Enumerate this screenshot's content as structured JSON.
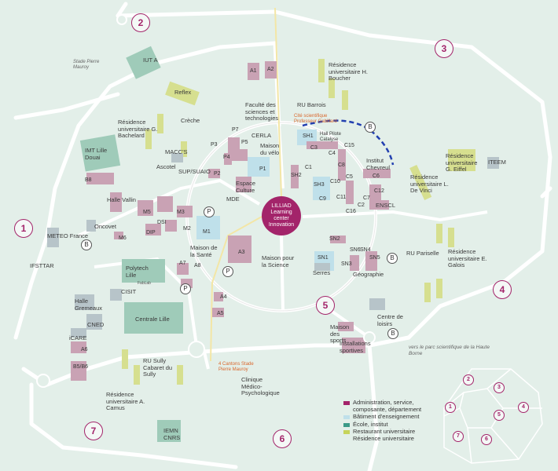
{
  "colors": {
    "background": "#e3efe9",
    "road": "#ffffff",
    "admin": "#c9a2b4",
    "teaching": "#bfe0ea",
    "school": "#9fcbb9",
    "restaurant": "#d6df8f",
    "accent": "#a3246a",
    "orange": "#d9662c",
    "bus_line": "#2340b0",
    "metro": "#f3e6a6"
  },
  "lilliad": "LILLIAD Learning center Innovation",
  "zones": [
    "1",
    "2",
    "3",
    "4",
    "5",
    "6",
    "7"
  ],
  "labels": {
    "iut_a": "IUT A",
    "reflex": "Reflex",
    "a1": "A1",
    "a2": "A2",
    "stade_maurey": "Stade Pierre Mauroy",
    "residence_boucher": "Résidence universitaire H. Boucher",
    "faculte_sciences": "Faculté des sciences et technologies",
    "ru_barrois": "RU Barrois",
    "cite_scientifique": "Cité scientifique Professeur Gabillard",
    "residence_bachelard": "Résidence universitaire G. Bachelard",
    "creche": "Crèche",
    "imt": "IMT Lille Douai",
    "macc": "MACC'S",
    "ascotel": "Ascotel",
    "sup_suaio": "SUP/SUAIO",
    "p7": "P7",
    "p5": "P5",
    "p3": "P3",
    "p4": "P4",
    "p2": "P2",
    "p1": "P1",
    "cerla": "CERLA",
    "maison_velo": "Maison du vélo",
    "espace_culture": "Espace Culture",
    "mde": "MDE",
    "sh1": "SH1",
    "sh2": "SH2",
    "sh3": "SH3",
    "hall_pilote": "Hall Pilote Catalyse",
    "c3": "C3",
    "c15": "C15",
    "c4": "C4",
    "c1": "C1",
    "c8": "C8",
    "c5": "C5",
    "c10": "C10",
    "c11": "C11",
    "c9": "C9",
    "c16": "C16",
    "c6": "C6",
    "c12": "C12",
    "c7": "C7",
    "c2": "C2",
    "institut_chevreul": "Institut Chevreul",
    "ensc": "ENSCL",
    "residence_eiffel": "Résidence universitaire G. Eiffel",
    "iteem": "ITEEM",
    "residence_vinci": "Résidence universitaire L. De Vinci",
    "b8": "B8",
    "halle_vallin": "Halle Vallin",
    "m5": "M5",
    "m3": "M3",
    "m2": "M2",
    "m1": "M1",
    "dsi": "DSI",
    "dip": "DIP",
    "m6": "M6",
    "oncovet": "Oncovet",
    "meteo": "METEO France",
    "ifsttar": "IFSTTAR",
    "a7": "A7",
    "a8": "A8",
    "a3": "A3",
    "a4": "A4",
    "a5": "A5",
    "maison_sante": "Maison de la Santé",
    "maison_science": "Maison pour la Science",
    "polytech": "Polytech Lille",
    "fablab": "FabLab",
    "cisit": "CISIT",
    "centrale": "Centrale Lille",
    "halle_gremeaux": "Halle Gremeaux",
    "cned": "CNED",
    "icare": "iCARE",
    "a6": "A6",
    "b5b6": "B5/B6",
    "sn1": "SN1",
    "sn2": "SN2",
    "sn3": "SN3",
    "sn4": "SN4",
    "sn5": "SN5",
    "sn6": "SN6",
    "serres": "Serres",
    "geographie": "Géographie",
    "ru_pariselle": "RU Pariselle",
    "residence_galois": "Résidence universitaire E. Galois",
    "maison_sports": "Maison des sports",
    "centre_loisirs": "Centre de loisirs",
    "installations_sportives": "Installations sportives",
    "parc_scientifique": "vers le parc scientifique de la Haute Borne",
    "ru_sully": "RU Sully Cabaret du Sully",
    "quatre_cantons": "4 Cantons Stade Pierre Mauroy",
    "clinique": "Clinique Médico-Psychologique",
    "residence_camus": "Résidence universitaire A. Camus",
    "iemn": "IEMN CNRS",
    "parking": "P",
    "bus": "B"
  },
  "legend": [
    {
      "label": "Administration, service, composante, département",
      "color": "#a3246a"
    },
    {
      "label": "Bâtiment d'enseignement",
      "color": "#bfe0ea"
    },
    {
      "label": "École, institut",
      "color": "#3b9a87"
    },
    {
      "label": "Restaurant universitaire Résidence universitaire",
      "color": "#c6d45a"
    }
  ]
}
